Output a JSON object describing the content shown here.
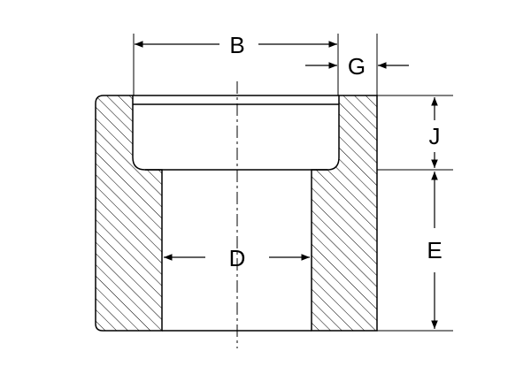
{
  "labels": {
    "B": "B",
    "G": "G",
    "J": "J",
    "E": "E",
    "D": "D"
  },
  "colors": {
    "line": "#000000",
    "hatch": "#000000",
    "background": "#ffffff"
  }
}
